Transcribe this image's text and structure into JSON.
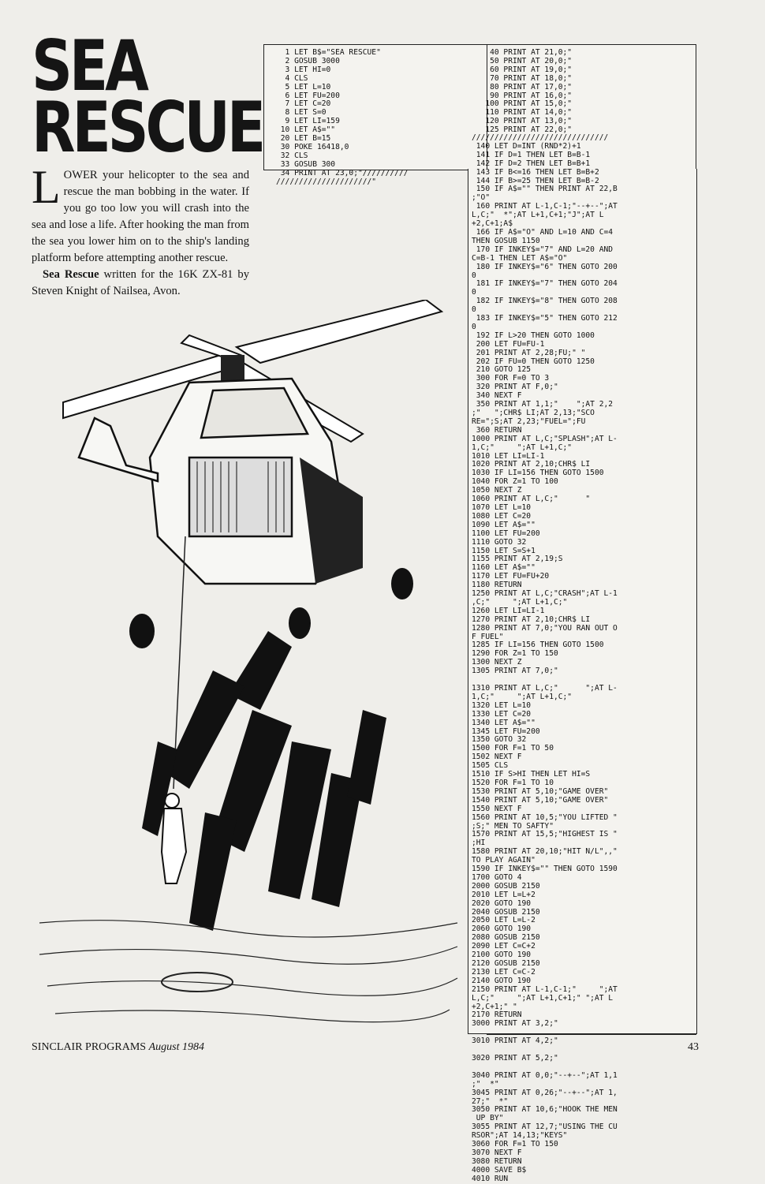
{
  "title": {
    "line1": "SEA",
    "line2": "RESCUE"
  },
  "intro": {
    "drop_cap": "L",
    "paragraph": "OWER your helicopter to the sea and rescue the man bobbing in the water. If you go too low you will crash into the sea and lose a life. After hooking the man from the sea you lower him on to the ship's landing platform before attempting another rescue.",
    "credit_bold": "Sea Rescue",
    "credit_rest": " written for the 16K ZX-81 by Steven Knight of Nailsea, Avon."
  },
  "listing": {
    "part1": "  1 LET B$=\"SEA RESCUE\"\n  2 GOSUB 3000\n  3 LET HI=0\n  4 CLS\n  5 LET L=10\n  6 LET FU=200\n  7 LET C=20\n  8 LET S=0\n  9 LET LI=159\n 10 LET A$=\"\"\n 20 LET B=15\n 30 POKE 16418,0\n 32 CLS\n 33 GOSUB 300\n 34 PRINT AT 23,0;\"//////////\n/////////////////////\"",
    "part2": "    40 PRINT AT 21,0;\"\n    50 PRINT AT 20,0;\"\n    60 PRINT AT 19,0;\"\n    70 PRINT AT 18,0;\"\n    80 PRINT AT 17,0;\"\n    90 PRINT AT 16,0;\"\n   100 PRINT AT 15,0;\"\n   110 PRINT AT 14,0;\"\n   120 PRINT AT 13,0;\"\n   125 PRINT AT 22,0;\"",
    "part3": "//////////////////////////////\n 140 LET D=INT (RND*2)+1\n 141 IF D=1 THEN LET B=B-1\n 142 IF D=2 THEN LET B=B+1\n 143 IF B<=16 THEN LET B=B+2\n 144 IF B>=25 THEN LET B=B-2\n 150 IF A$=\"\" THEN PRINT AT 22,B\n;\"O\"\n 160 PRINT AT L-1,C-1;\"--+--\";AT\nL,C;\"  *\";AT L+1,C+1;\"J\";AT L\n+2,C+1;A$\n 166 IF A$=\"O\" AND L=10 AND C=4\nTHEN GOSUB 1150\n 170 IF INKEY$=\"7\" AND L=20 AND\nC=B-1 THEN LET A$=\"O\"\n 180 IF INKEY$=\"6\" THEN GOTO 200\n0\n 181 IF INKEY$=\"7\" THEN GOTO 204\n0\n 182 IF INKEY$=\"8\" THEN GOTO 208\n0\n 183 IF INKEY$=\"5\" THEN GOTO 212\n0\n 192 IF L>20 THEN GOTO 1000\n 200 LET FU=FU-1\n 201 PRINT AT 2,28;FU;\" \"\n 202 IF FU=0 THEN GOTO 1250\n 210 GOTO 125\n 300 FOR F=0 TO 3\n 320 PRINT AT F,0;\"\n 340 NEXT F\n 350 PRINT AT 1,1;\"    \";AT 2,2\n;\"   \";CHR$ LI;AT 2,13;\"SCO\nRE=\";S;AT 2,23;\"FUEL=\";FU\n 360 RETURN\n1000 PRINT AT L,C;\"SPLASH\";AT L-\n1,C;\"     \";AT L+1,C;\"\n1010 LET LI=LI-1\n1020 PRINT AT 2,10;CHR$ LI\n1030 IF LI=156 THEN GOTO 1500\n1040 FOR Z=1 TO 100\n1050 NEXT Z\n1060 PRINT AT L,C;\"      \"\n1070 LET L=10\n1080 LET C=20\n1090 LET A$=\"\"\n1100 LET FU=200\n1110 GOTO 32\n1150 LET S=S+1\n1155 PRINT AT 2,19;S\n1160 LET A$=\"\"\n1170 LET FU=FU+20\n1180 RETURN\n1250 PRINT AT L,C;\"CRASH\";AT L-1\n,C;\"     \";AT L+1,C;\"\n1260 LET LI=LI-1\n1270 PRINT AT 2,10;CHR$ LI\n1280 PRINT AT 7,0;\"YOU RAN OUT O\nF FUEL\"\n1285 IF LI=156 THEN GOTO 1500\n1290 FOR Z=1 TO 150\n1300 NEXT Z\n1305 PRINT AT 7,0;\"\n\n1310 PRINT AT L,C;\"      \";AT L-\n1,C;\"     \";AT L+1,C;\"\n1320 LET L=10\n1330 LET C=20\n1340 LET A$=\"\"\n1345 LET FU=200\n1350 GOTO 32\n1500 FOR F=1 TO 50\n1502 NEXT F\n1505 CLS\n1510 IF S>HI THEN LET HI=S\n1520 FOR F=1 TO 10\n1530 PRINT AT 5,10;\"GAME OVER\"\n1540 PRINT AT 5,10;\"GAME OVER\"\n1550 NEXT F\n1560 PRINT AT 10,5;\"YOU LIFTED \"\n;S;\" MEN TO SAFTY\"\n1570 PRINT AT 15,5;\"HIGHEST IS \"\n;HI\n1580 PRINT AT 20,10;\"HIT N/L\",,\"\nTO PLAY AGAIN\"\n1590 IF INKEY$=\"\" THEN GOTO 1590\n1700 GOTO 4\n2000 GOSUB 2150\n2010 LET L=L+2\n2020 GOTO 190\n2040 GOSUB 2150\n2050 LET L=L-2\n2060 GOTO 190\n2080 GOSUB 2150\n2090 LET C=C+2\n2100 GOTO 190\n2120 GOSUB 2150\n2130 LET C=C-2\n2140 GOTO 190\n2150 PRINT AT L-1,C-1;\"     \";AT\nL,C;\"     \";AT L+1,C+1;\" \";AT L\n+2,C+1;\" \"\n2170 RETURN\n3000 PRINT AT 3,2;\"\n\n3010 PRINT AT 4,2;\"\n\n3020 PRINT AT 5,2;\"\n\n3040 PRINT AT 0,0;\"--+--\";AT 1,1\n;\"  *\"\n3045 PRINT AT 0,26;\"--+--\";AT 1,\n27;\"  *\"\n3050 PRINT AT 10,6;\"HOOK THE MEN\n UP BY\"\n3055 PRINT AT 12,7;\"USING THE CU\nRSOR\";AT 14,13;\"KEYS\"\n3060 FOR F=1 TO 150\n3070 NEXT F\n3080 RETURN\n4000 SAVE B$\n4010 RUN"
  },
  "footer": {
    "magazine": "SINCLAIR PROGRAMS",
    "issue": "August 1984",
    "page_number": "43"
  }
}
